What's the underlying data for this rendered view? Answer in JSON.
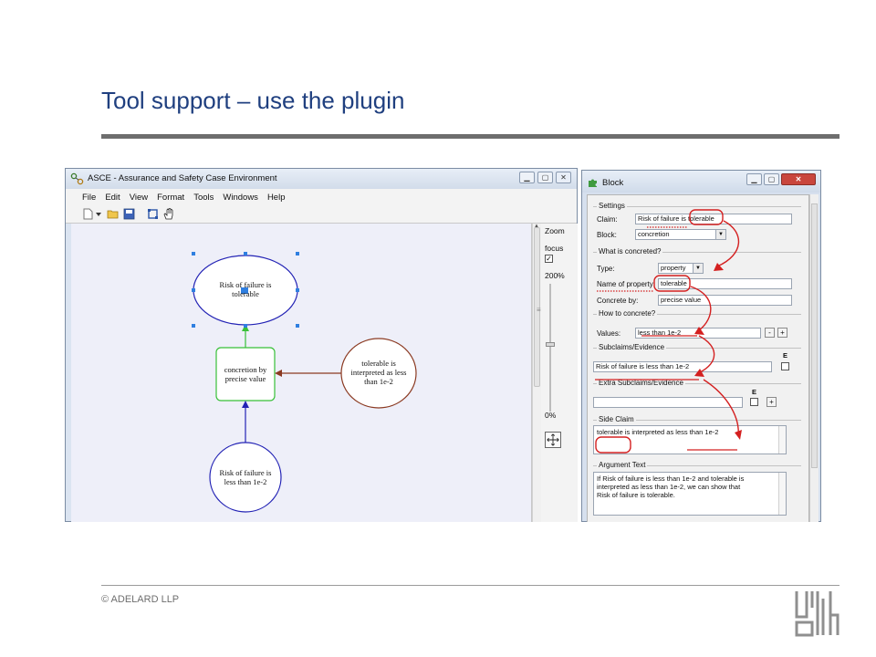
{
  "slide": {
    "title": "Tool support – use the plugin",
    "footer": "© ADELARD LLP",
    "title_color": "#1f3f7f"
  },
  "asce_window": {
    "title": "ASCE - Assurance and Safety Case Environment",
    "menu": [
      "File",
      "Edit",
      "View",
      "Format",
      "Tools",
      "Windows",
      "Help"
    ],
    "toolbar_icons": [
      "new-document-icon",
      "dropdown-arrow-icon",
      "open-folder-icon",
      "save-icon",
      "select-icon",
      "pan-hand-icon"
    ],
    "zoom": {
      "legend": "Zoom",
      "focus_label": "focus",
      "focus_checked": true,
      "max_label": "200%",
      "min_label": "0%"
    },
    "nodes": {
      "goal_top": "Risk of failure is tolerable",
      "strategy": "concretion by precise value",
      "context": "tolerable is interpreted as less than 1e-2",
      "goal_bottom": "Risk of failure is less than 1e-2"
    },
    "colors": {
      "goal_border": "#2323b5",
      "strategy_border": "#38c038",
      "context_border": "#8b3a22",
      "selection_handle": "#2f7fe0",
      "canvas_bg": "#eeeff9"
    }
  },
  "block_dialog": {
    "title": "Block",
    "settings": {
      "legend": "Settings",
      "claim_label": "Claim:",
      "claim_value": "Risk of failure is tolerable",
      "block_label": "Block:",
      "block_value": "concretion"
    },
    "what": {
      "legend": "What is concreted?",
      "type_label": "Type:",
      "type_value": "property",
      "name_label": "Name of property:",
      "name_value": "tolerable",
      "by_label": "Concrete by:",
      "by_value": "precise value"
    },
    "how": {
      "legend": "How to concrete?",
      "values_label": "Values:",
      "values_value": "less than 1e-2",
      "minus_label": "-",
      "plus_label": "+"
    },
    "subclaims": {
      "legend": "Subclaims/Evidence",
      "e_label": "E",
      "value": "Risk of failure is less than 1e-2"
    },
    "extra": {
      "legend": "Extra Subclaims/Evidence",
      "e_label": "E",
      "plus_label": "+"
    },
    "side_claim": {
      "legend": "Side Claim",
      "value": "tolerable is interpreted as less than 1e-2"
    },
    "argument": {
      "legend": "Argument Text",
      "lines": [
        "If Risk of failure is less than 1e-2 and tolerable is",
        "interpreted as less than 1e-2, we can show that",
        "Risk of failure is tolerable."
      ]
    },
    "annotation_color": "#d42020"
  }
}
